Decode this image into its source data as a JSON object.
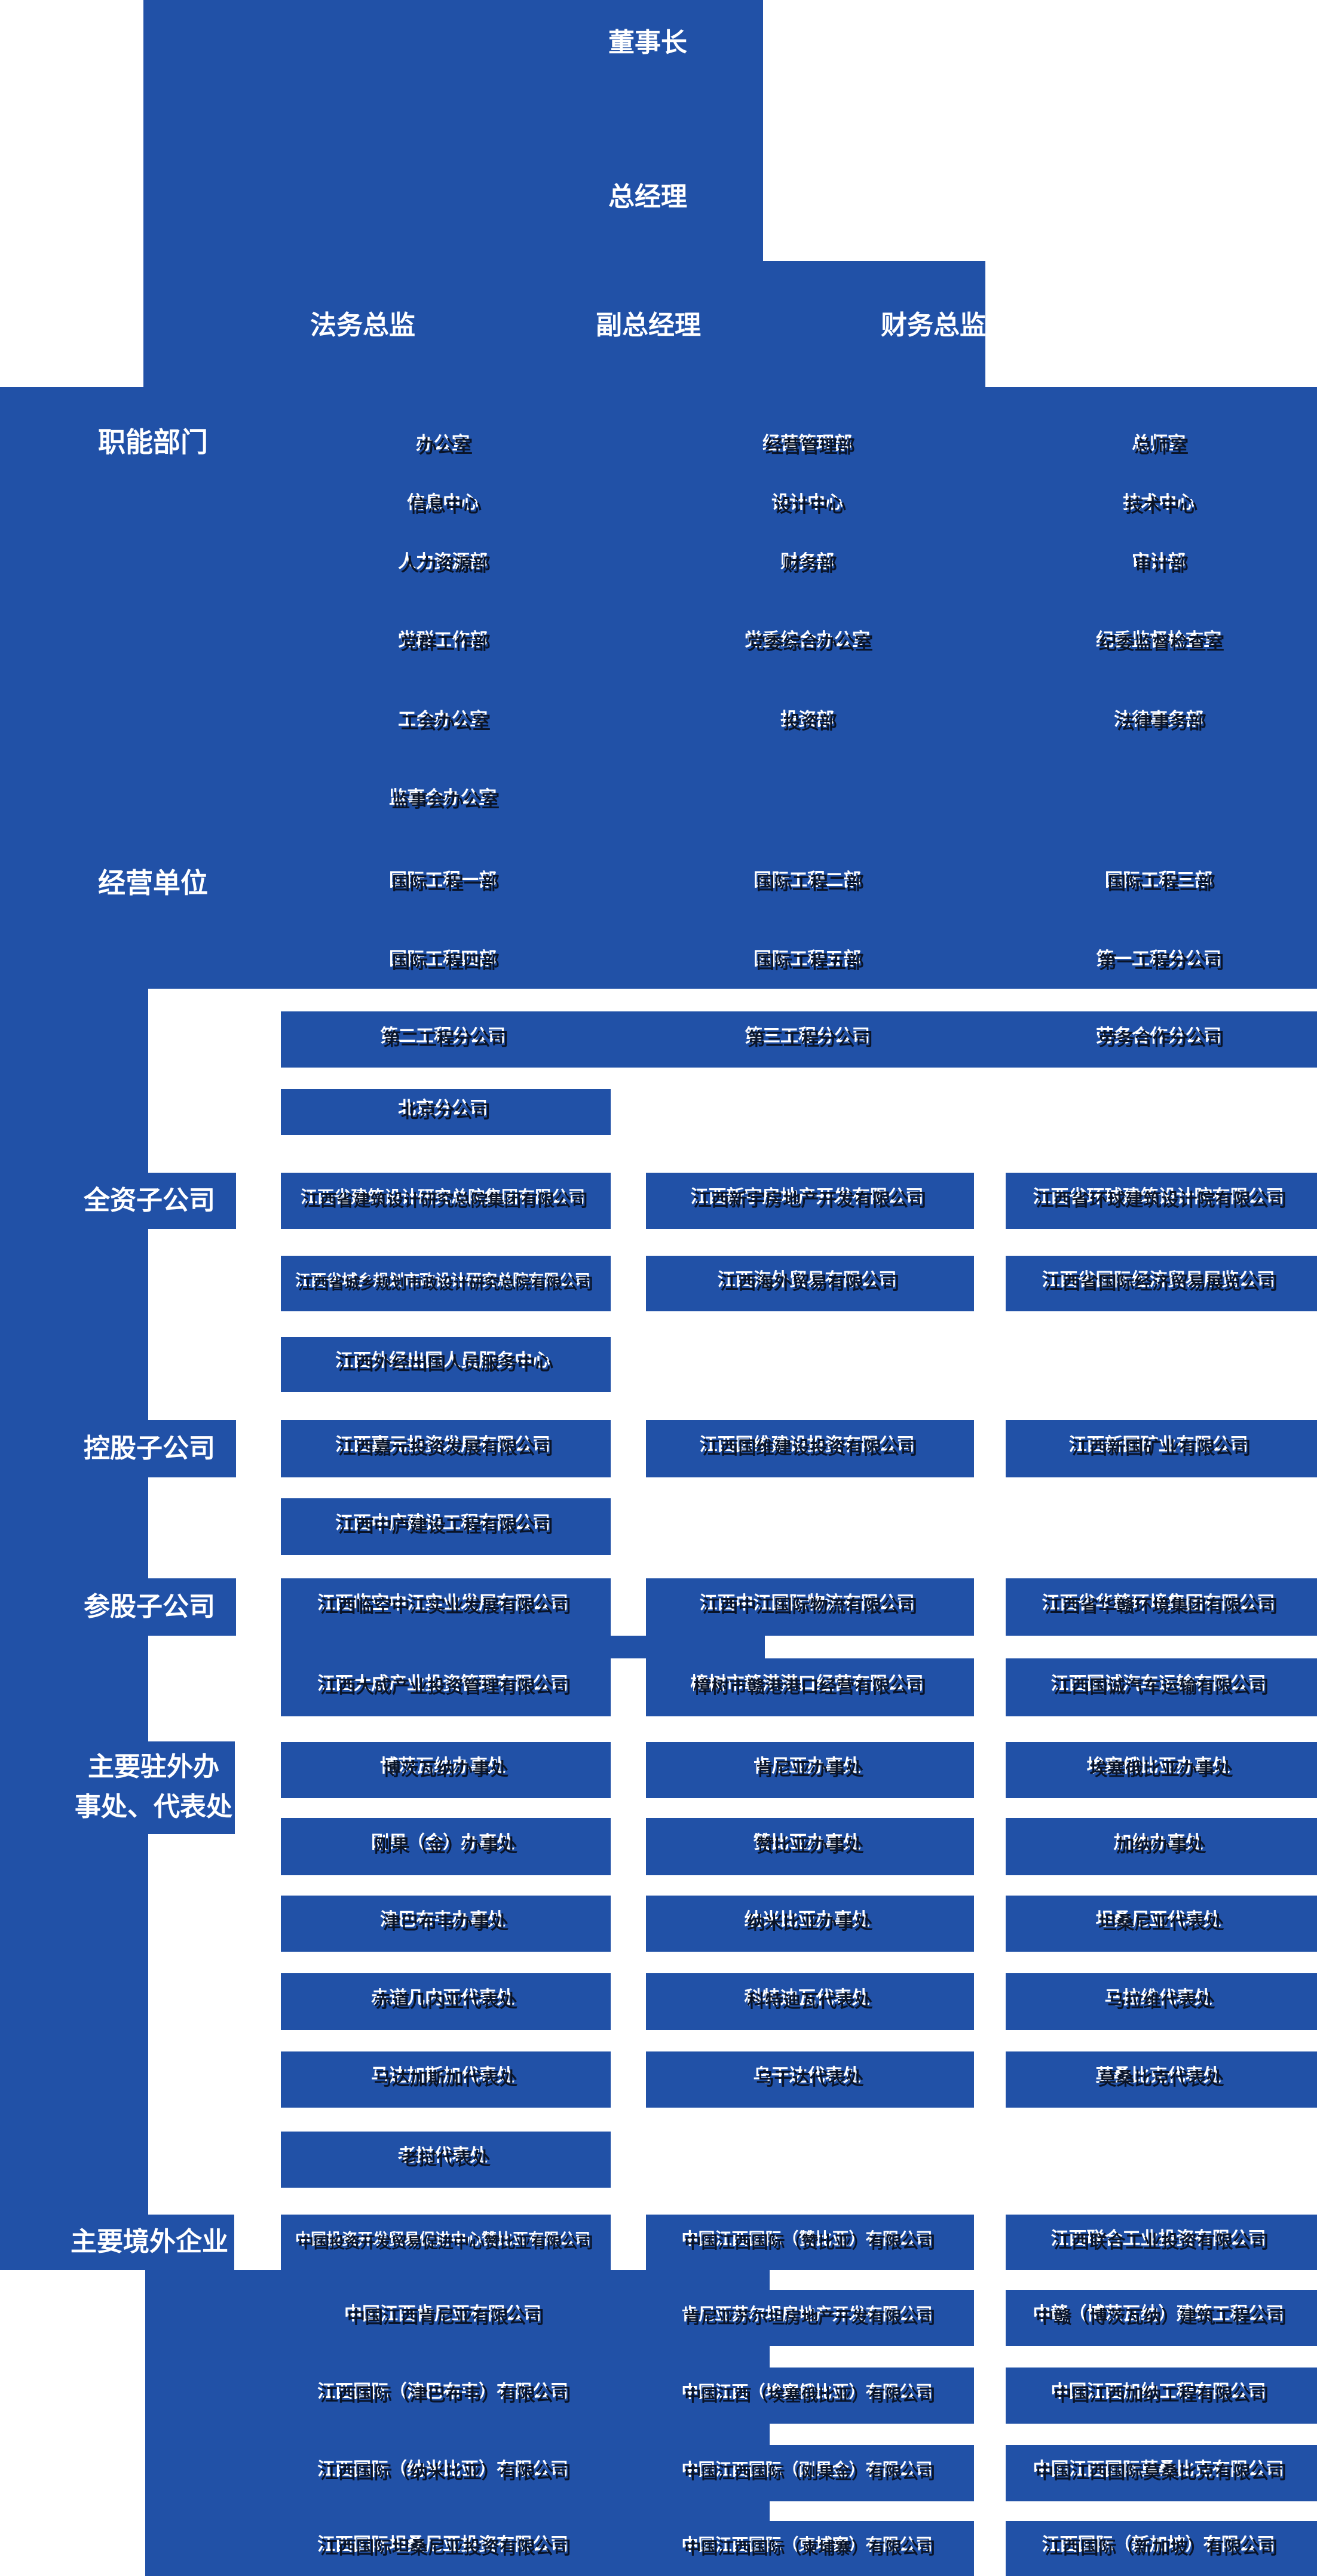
{
  "colors": {
    "primary_blue": "#2151a7",
    "box_text": "#0a1428",
    "header_text": "#ffffff"
  },
  "top": {
    "chairman": "董事长",
    "general_manager": "总经理",
    "legal_director": "法务总监",
    "deputy_general_manager": "副总经理",
    "finance_director": "财务总监"
  },
  "sections": {
    "functional": {
      "label": "职能部门",
      "rows": [
        [
          "办公室",
          "经营管理部",
          "总师室"
        ],
        [
          "信息中心",
          "设计中心",
          "技术中心"
        ],
        [
          "人力资源部",
          "财务部",
          "审计部"
        ],
        [
          "党群工作部",
          "党委综合办公室",
          "纪委监督检查室"
        ],
        [
          "工会办公室",
          "投资部",
          "法律事务部"
        ],
        [
          "监事会办公室",
          null,
          null
        ]
      ]
    },
    "business": {
      "label": "经营单位",
      "rows": [
        [
          "国际工程一部",
          "国际工程二部",
          "国际工程三部"
        ],
        [
          "国际工程四部",
          "国际工程五部",
          "第一工程分公司"
        ],
        [
          "第二工程分公司",
          "第三工程分公司",
          "劳务合作分公司"
        ],
        [
          "北京分公司",
          null,
          null
        ]
      ]
    },
    "wholly_owned": {
      "label": "全资子公司",
      "rows": [
        [
          "江西省建筑设计研究总院集团有限公司",
          "江西新宇房地产开发有限公司",
          "江西省环球建筑设计院有限公司"
        ],
        [
          "江西省城乡规划市政设计研究总院有限公司",
          "江西海外贸易有限公司",
          "江西省国际经济贸易展览公司"
        ],
        [
          "江西外经出国人员服务中心",
          null,
          null
        ]
      ]
    },
    "holding": {
      "label": "控股子公司",
      "rows": [
        [
          "江西嘉元投资发展有限公司",
          "江西国维建设投资有限公司",
          "江西新国矿业有限公司"
        ],
        [
          "江西中庐建设工程有限公司",
          null,
          null
        ]
      ]
    },
    "minority": {
      "label": "参股子公司",
      "rows": [
        [
          "江西临空中江实业发展有限公司",
          "江西中江国际物流有限公司",
          "江西省华赣环境集团有限公司"
        ],
        [
          "江西大成产业投资管理有限公司",
          "樟树市赣港港口经营有限公司",
          "江西国诚汽车运输有限公司"
        ]
      ]
    },
    "offices": {
      "label_line1": "主要驻外办",
      "label_line2": "事处、代表处",
      "rows": [
        [
          "博茨瓦纳办事处",
          "肯尼亚办事处",
          "埃塞俄比亚办事处"
        ],
        [
          "刚果（金）办事处",
          "赞比亚办事处",
          "加纳办事处"
        ],
        [
          "津巴布韦办事处",
          "纳米比亚办事处",
          "坦桑尼亚代表处"
        ],
        [
          "赤道几内亚代表处",
          "科特迪瓦代表处",
          "马拉维代表处"
        ],
        [
          "马达加斯加代表处",
          "乌干达代表处",
          "莫桑比克代表处"
        ],
        [
          "老挝代表处",
          null,
          null
        ]
      ]
    },
    "overseas": {
      "label": "主要境外企业",
      "rows": [
        [
          "中国投资开发贸易促进中心赞比亚有限公司",
          "中国江西国际（赞比亚）有限公司",
          "江西联合工业投资有限公司"
        ],
        [
          "中国江西肯尼亚有限公司",
          "肯尼亚苏尔坦房地产开发有限公司",
          "中赣（博茨瓦纳）建筑工程公司"
        ],
        [
          "江西国际（津巴布韦）有限公司",
          "中国江西（埃塞俄比亚）有限公司",
          "中国江西加纳工程有限公司"
        ],
        [
          "江西国际（纳米比亚）有限公司",
          "中国江西国际（刚果金）有限公司",
          "中国江西国际莫桑比克有限公司"
        ],
        [
          "江西国际坦桑尼亚投资有限公司",
          "中国江西国际（柬埔寨）有限公司",
          "江西国际（新加坡）有限公司"
        ]
      ]
    }
  }
}
